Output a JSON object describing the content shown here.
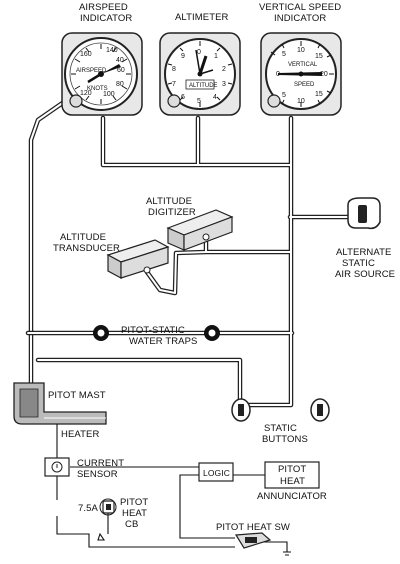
{
  "labels": {
    "airspeed_indicator": [
      "AIRSPEED",
      "INDICATOR"
    ],
    "altimeter": "ALTIMETER",
    "vsi": [
      "VERTICAL SPEED",
      "INDICATOR"
    ],
    "altitude_digitizer": [
      "ALTITUDE",
      "DIGITIZER"
    ],
    "altitude_transducer": [
      "ALTITUDE",
      "TRANSDUCER"
    ],
    "alternate_static": [
      "ALTERNATE",
      "STATIC",
      "AIR SOURCE"
    ],
    "water_traps": [
      "PITOT-STATIC",
      "WATER TRAPS"
    ],
    "pitot_mast": "PITOT MAST",
    "heater": "HEATER",
    "static_buttons": [
      "STATIC",
      "BUTTONS"
    ],
    "current_sensor": [
      "CURRENT",
      "SENSOR"
    ],
    "logic": "LOGIC",
    "pitot_heat_annunciator": [
      "PITOT",
      "HEAT"
    ],
    "annunciator": "ANNUNCIATOR",
    "breaker_rating": "7.5A",
    "pitot_heat_cb": [
      "PITOT",
      "HEAT",
      "CB"
    ],
    "pitot_heat_sw": "PITOT HEAT SW"
  },
  "airspeed_dial": {
    "face_text": [
      "AIRSPEED",
      "KNOTS"
    ],
    "numbers": [
      "160",
      "140",
      "40",
      "60",
      "80",
      "100",
      "120"
    ]
  },
  "altimeter_dial": {
    "face_text": "ALTITUDE",
    "numbers": [
      "0",
      "1",
      "2",
      "3",
      "4",
      "5",
      "6",
      "7",
      "8",
      "9"
    ]
  },
  "vsi_dial": {
    "face_text": [
      "VERTICAL",
      "SPEED"
    ],
    "numbers": [
      "5",
      "10",
      "15",
      "20",
      "0",
      "15",
      "10",
      "5"
    ]
  }
}
